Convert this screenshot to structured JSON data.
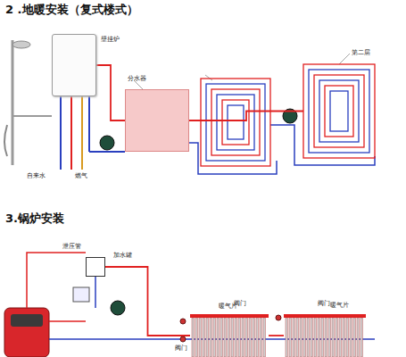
{
  "diagram": {
    "title": "2 .地暖安装（复式楼式）",
    "nodes": [
      {
        "text": [
          "壁挂炉"
        ]
      },
      {
        "text": [
          "分水器"
        ]
      },
      {
        "text": [
          "第二层"
        ]
      },
      {
        "text": [
          "加水罐"
        ]
      },
      {
        "text": [
          "暖气片"
        ]
      },
      {
        "text": [
          "暖气片"
        ]
      }
    ],
    "edges": [
      {
        "from": 0,
        "to": 1,
        "arrow": "none"
      },
      {
        "from": 1,
        "to": 2,
        "arrow": "none"
      },
      {
        "from": 3,
        "to": 4,
        "arrow": "none"
      },
      {
        "from": 4,
        "to": 5,
        "arrow": "none"
      }
    ],
    "labels": [
      "3.锅炉安装",
      "自来水",
      "燃气",
      "泄压管",
      "阀门",
      "阀门",
      "阀门"
    ]
  }
}
